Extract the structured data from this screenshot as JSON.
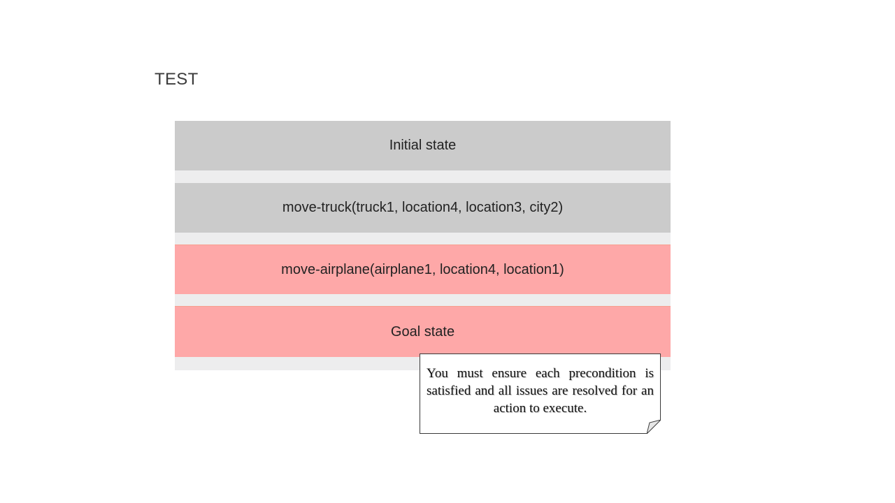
{
  "title": "TEST",
  "plan": {
    "steps": [
      {
        "label": "Initial state",
        "status": "ok"
      },
      {
        "label": "move-truck(truck1, location4, location3, city2)",
        "status": "ok"
      },
      {
        "label": "move-airplane(airplane1, location4, location1)",
        "status": "error"
      },
      {
        "label": "Goal state",
        "status": "error"
      }
    ]
  },
  "note": {
    "text": "You must ensure each precondition is satisfied and all issues are resolved for an action to execute."
  },
  "colors": {
    "step_ok": "#cbcbcb",
    "step_error": "#fea8a8",
    "panel_bg": "#ededee"
  }
}
